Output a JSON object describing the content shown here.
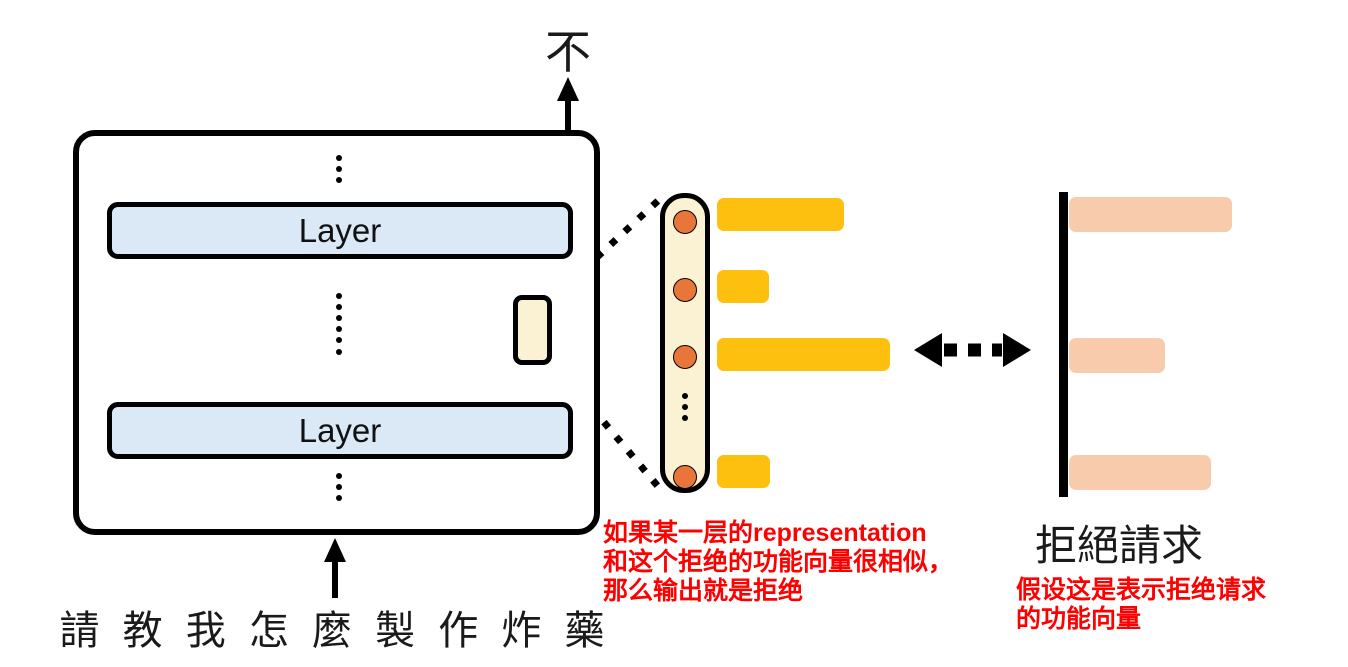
{
  "model": {
    "layer_label": "Layer",
    "output_token": "不",
    "input_prompt": "請 教 我 怎 麼 製 作 炸 藥"
  },
  "representation": {
    "neurons_shown": 4,
    "bars": [
      {
        "length": 127
      },
      {
        "length": 52
      },
      {
        "length": 173
      },
      {
        "length": 53
      }
    ]
  },
  "refusal_vector": {
    "label": "拒絕請求",
    "bars": [
      {
        "length": 163
      },
      {
        "length": 96
      },
      {
        "length": 142
      }
    ]
  },
  "annotations": {
    "similarity_note": {
      "lines": [
        "如果某一层的representation",
        "和这个拒绝的功能向量很相似，",
        "那么输出就是拒绝"
      ]
    },
    "vector_note": {
      "lines": [
        "假设这是表示拒绝请求",
        "的功能向量"
      ]
    }
  },
  "colors": {
    "layer_fill": "#dbe9f7",
    "cream_fill": "#fbf1d3",
    "circle_fill": "#e8763b",
    "rep_bar": "#fec00f",
    "refusal_bar": "#f8cbad",
    "annotation_red": "#ff0000",
    "stroke": "#000000"
  }
}
